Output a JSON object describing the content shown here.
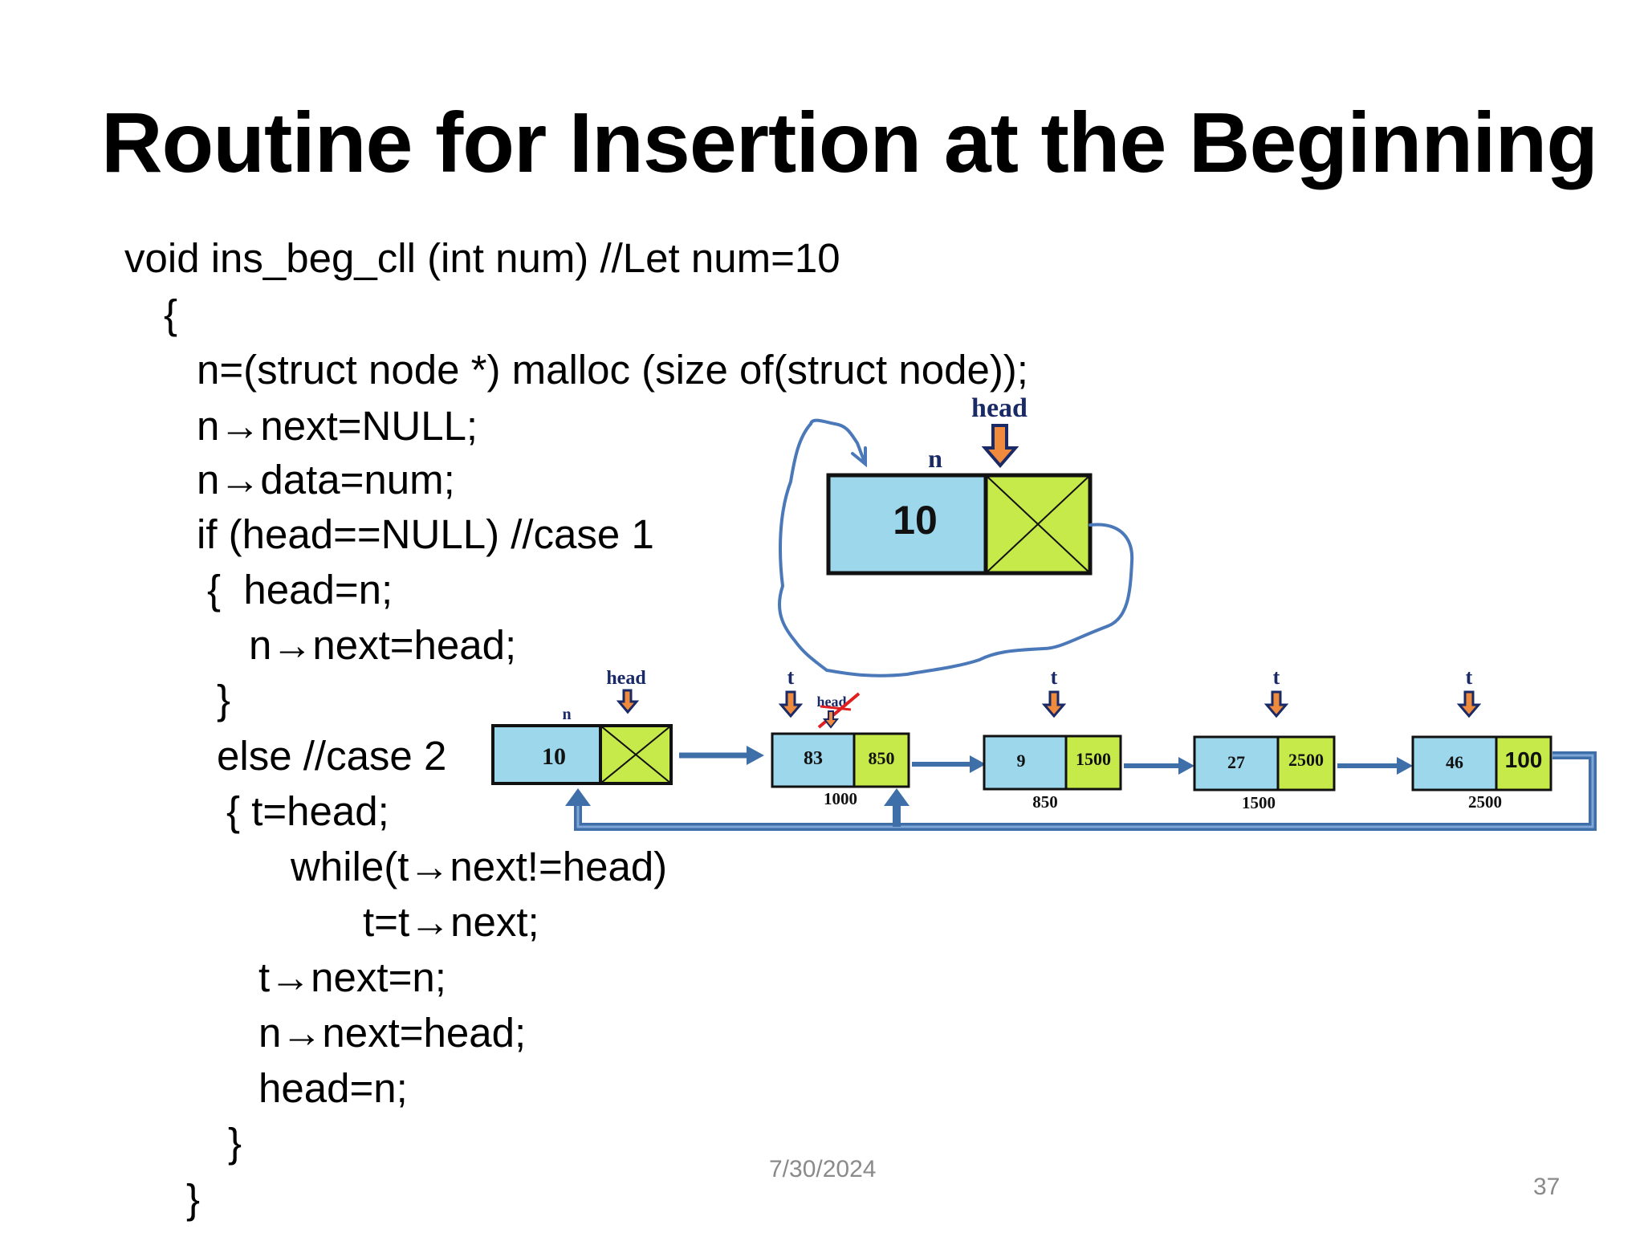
{
  "slide": {
    "title": "Routine for Insertion at the Beginning",
    "footer_date": "7/30/2024",
    "page_number": "37"
  },
  "code": [
    "void ins_beg_cll (int num) //Let num=10",
    "{",
    "n=(struct node *) malloc (size of(struct node));",
    "n→next=NULL;",
    "n→data=num;",
    "if (head==NULL) //case 1",
    "{  head=n;",
    "n→next=head;",
    "}",
    "else //case 2",
    "{ t=head;",
    "while(t→next!=head)",
    "t=t→next;",
    "t→next=n;",
    "n→next=head;",
    "head=n;",
    "}",
    "}"
  ],
  "diagram": {
    "colors": {
      "data_cell": "#9dd7ec",
      "link_cell": "#c6ea4a",
      "arrow": "#3e6fa8",
      "pointer": "#f08a3c",
      "strike": "#e02020"
    },
    "case1": {
      "head_label": "head",
      "node_label": "n",
      "node_value": "10"
    },
    "case2": {
      "new_node": {
        "label": "n",
        "head_label": "head",
        "value": "10"
      },
      "struck_label": "head",
      "nodes": [
        {
          "pointer": "t",
          "data": "83",
          "next": "850",
          "address": "1000"
        },
        {
          "pointer": "t",
          "data": "9",
          "next": "1500",
          "address": "850"
        },
        {
          "pointer": "t",
          "data": "27",
          "next": "2500",
          "address": "1500"
        },
        {
          "pointer": "t",
          "data": "46",
          "next": "100",
          "address": "2500"
        }
      ]
    }
  }
}
